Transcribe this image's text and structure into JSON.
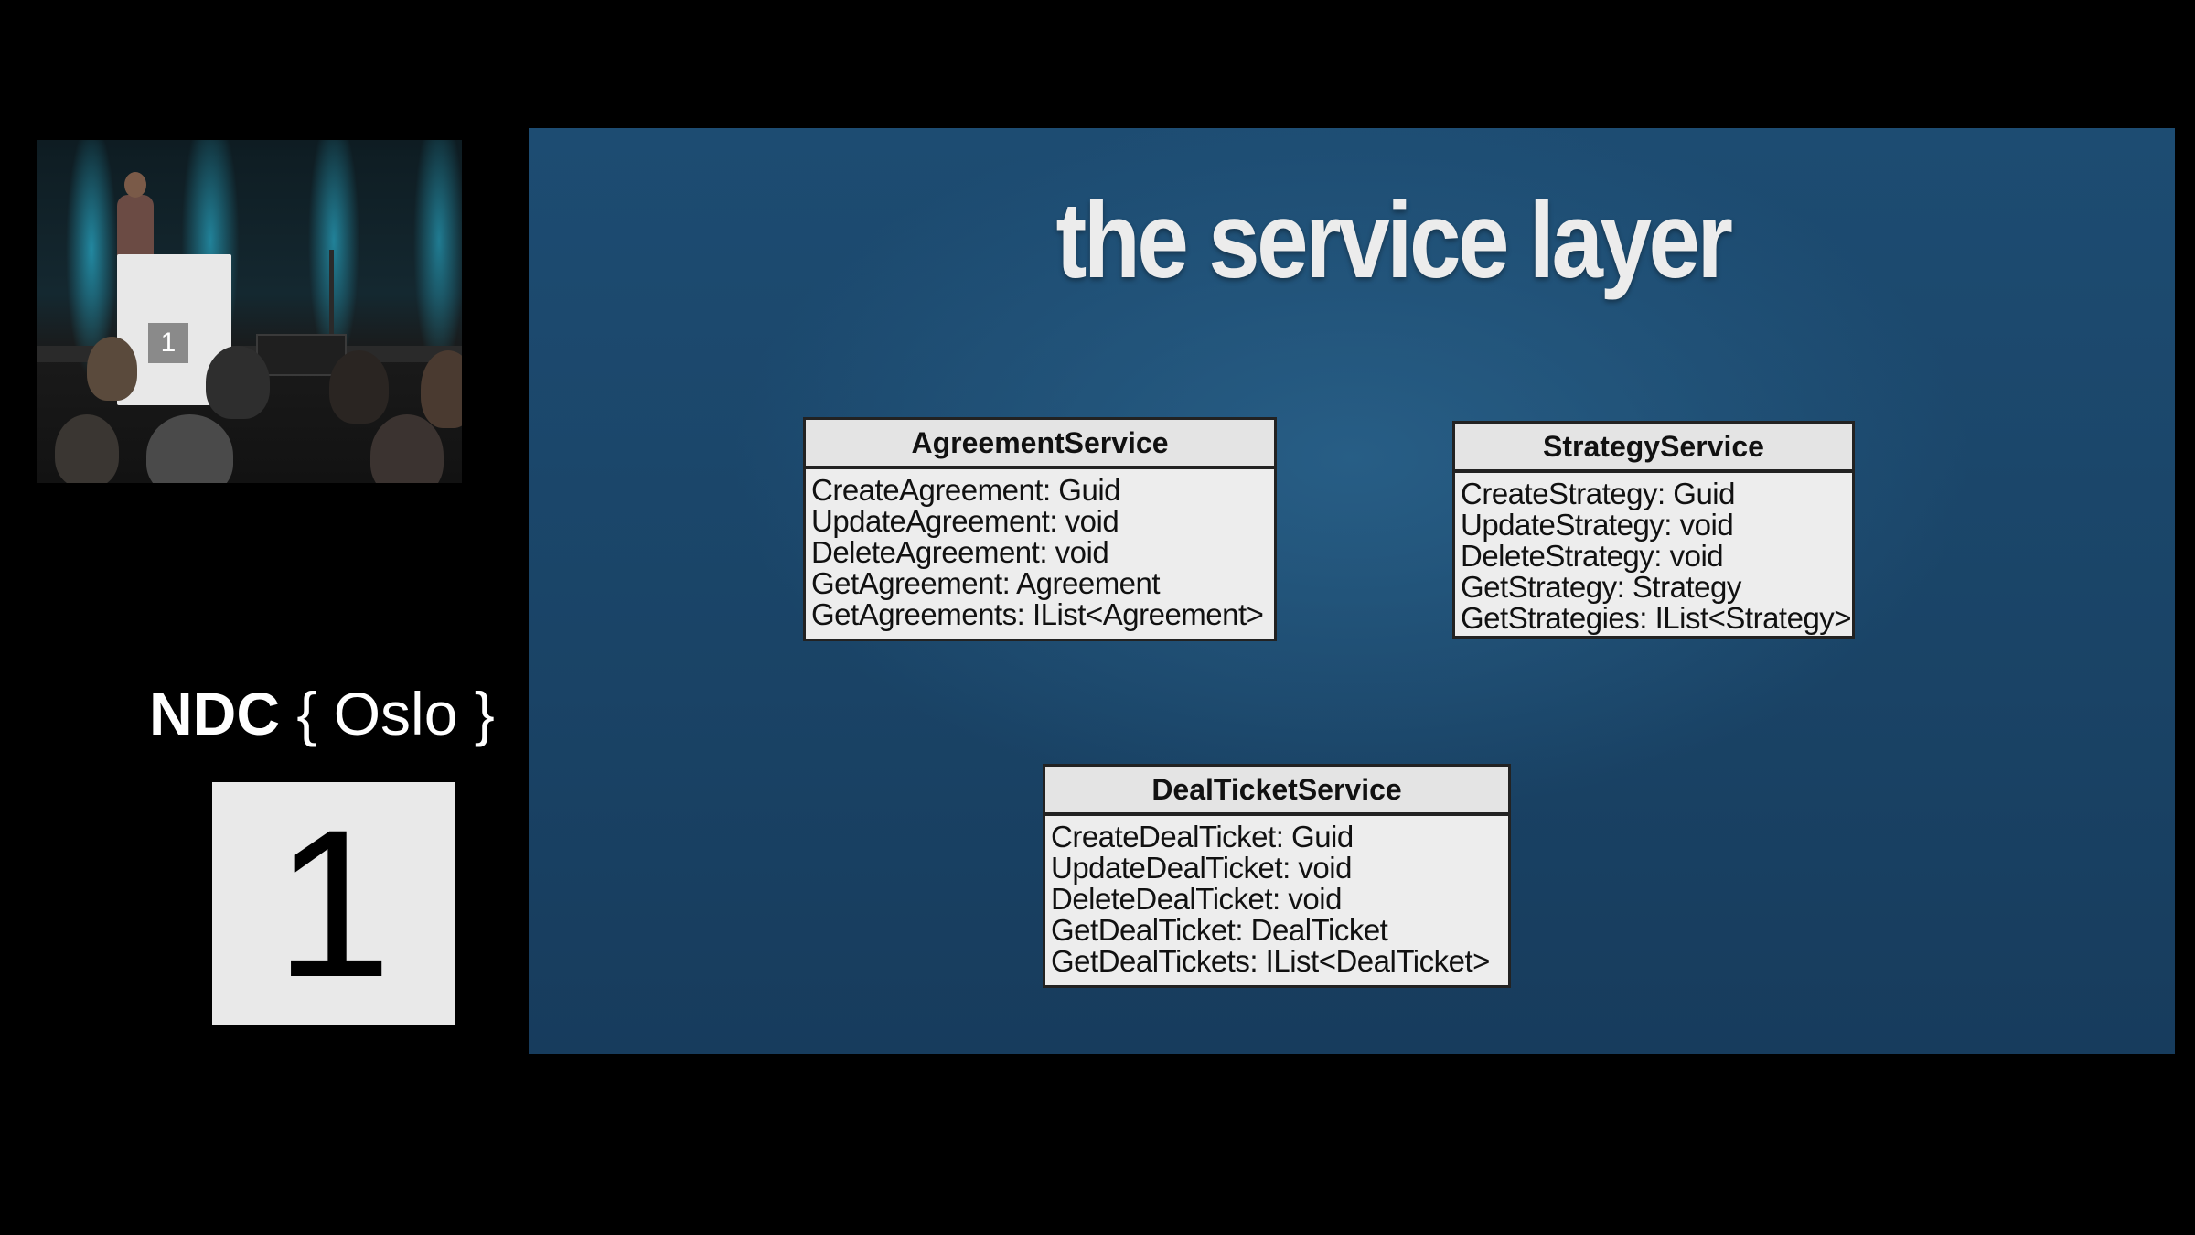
{
  "video": {
    "lectern_badge": "1"
  },
  "branding": {
    "event_name": "NDC",
    "city": "{ Oslo }",
    "room_number": "1"
  },
  "slide": {
    "title": "the service layer",
    "classes": [
      {
        "name": "AgreementService",
        "operations": [
          "CreateAgreement: Guid",
          "UpdateAgreement: void",
          "DeleteAgreement: void",
          "GetAgreement: Agreement",
          "GetAgreements: IList<Agreement>"
        ]
      },
      {
        "name": "StrategyService",
        "operations": [
          "CreateStrategy: Guid",
          "UpdateStrategy: void",
          "DeleteStrategy: void",
          "GetStrategy: Strategy",
          "GetStrategies: IList<Strategy>"
        ]
      },
      {
        "name": "DealTicketService",
        "operations": [
          "CreateDealTicket: Guid",
          "UpdateDealTicket: void",
          "DeleteDealTicket: void",
          "GetDealTicket: DealTicket",
          "GetDealTickets: IList<DealTicket>"
        ]
      }
    ]
  },
  "colors": {
    "background": "#000000",
    "slide_blue": "#1d4c72",
    "title_text": "#ececec",
    "uml_fill": "#ededed",
    "uml_border": "#222222"
  }
}
